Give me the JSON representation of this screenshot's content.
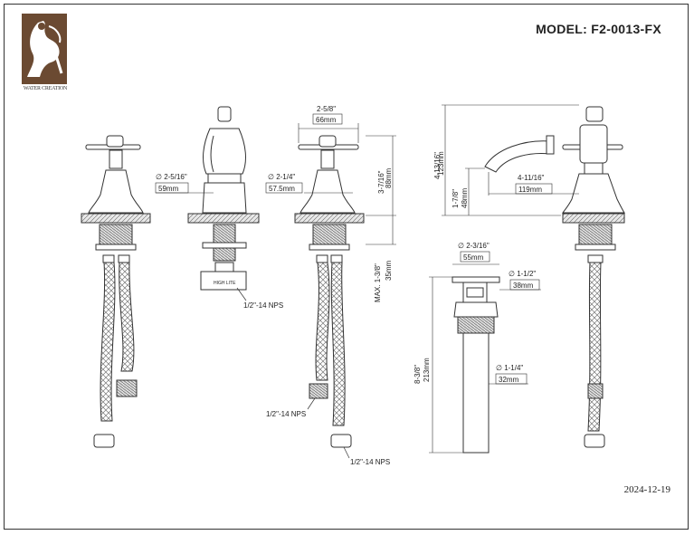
{
  "header": {
    "model_label": "MODEL: F2-0013-FX",
    "brand": "WATER CREATION"
  },
  "footer": {
    "date": "2024-12-19"
  },
  "dimensions": {
    "handle_diameter_in": "∅ 2-5/16\"",
    "handle_diameter_mm": "59mm",
    "spout_width_in": "2-5/8\"",
    "spout_width_mm": "66mm",
    "base_diameter_in": "∅ 2-1/4\"",
    "base_diameter_mm": "57.5mm",
    "body_height_in": "3-7/16\"",
    "body_height_mm": "88mm",
    "max_deck_in": "MAX. 1-3/8\"",
    "max_deck_mm": "35mm",
    "total_height_in": "4-13/16\"",
    "total_height_mm": "123mm",
    "spout_reach_in": "4-11/16\"",
    "spout_reach_mm": "119mm",
    "spout_height_in": "1-7/8\"",
    "spout_height_mm": "48mm",
    "drain_cap_in": "∅ 2-3/16\"",
    "drain_cap_mm": "55mm",
    "drain_body_in": "∅ 1-1/2\"",
    "drain_body_mm": "38mm",
    "drain_length_in": "8-3/8\"",
    "drain_length_mm": "213mm",
    "tail_diameter_in": "∅ 1-1/4\"",
    "tail_diameter_mm": "32mm"
  },
  "connections": {
    "nps_1": "1/2\"-14 NPS",
    "nps_2": "1/2\"-14 NPS",
    "nps_3": "1/2\"-14 NPS",
    "valve_tag": "HIGH LITE"
  }
}
